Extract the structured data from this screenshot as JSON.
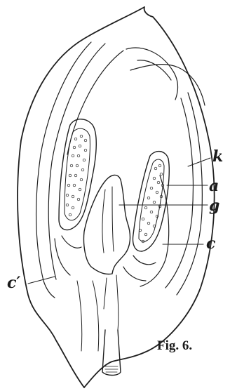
{
  "figure": {
    "caption": "Fig. 6.",
    "labels": {
      "k": "k",
      "a": "a",
      "g": "g",
      "c_prime": "c′",
      "c": "c"
    }
  }
}
